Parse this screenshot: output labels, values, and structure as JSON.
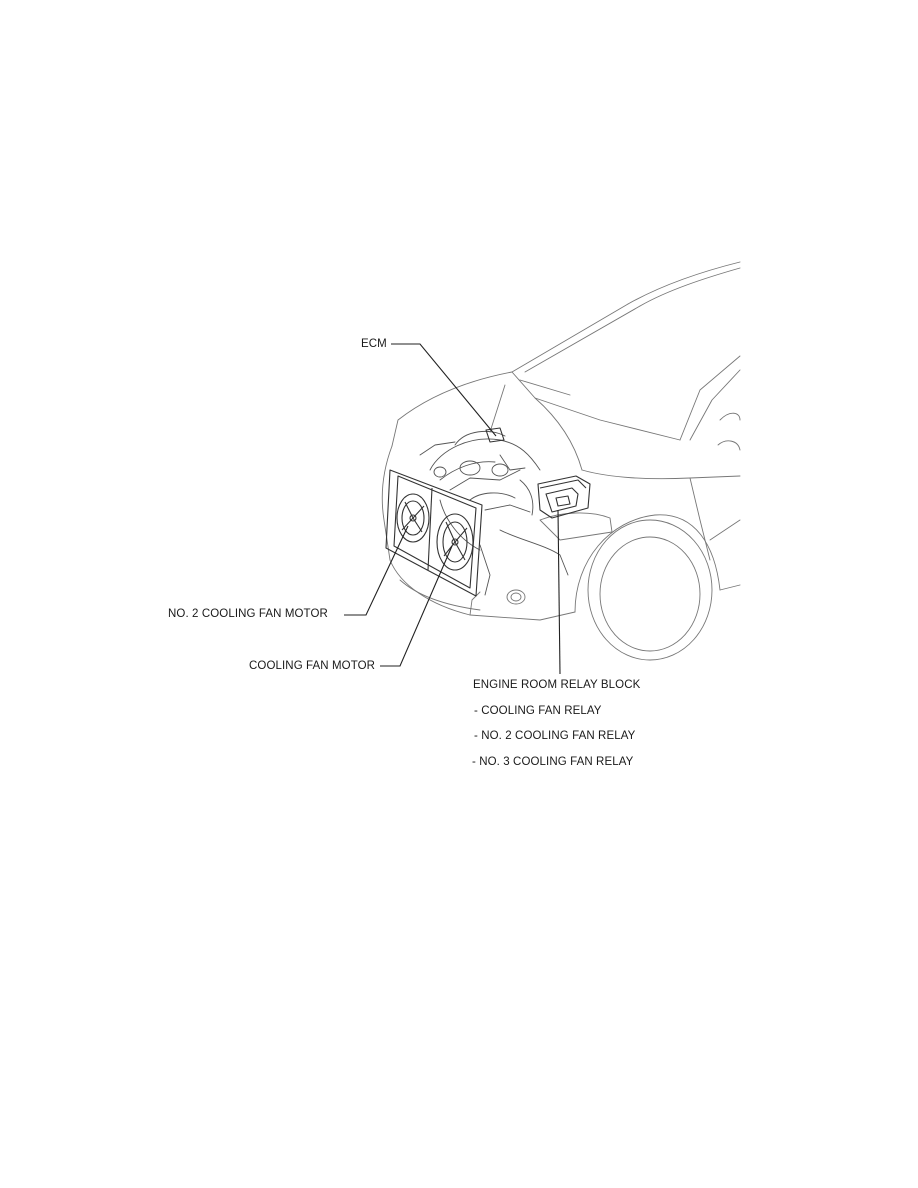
{
  "labels": {
    "ecm": "ECM",
    "no2_cooling_fan_motor": "NO. 2 COOLING FAN MOTOR",
    "cooling_fan_motor": "COOLING FAN MOTOR",
    "engine_room_relay_block": "ENGINE ROOM RELAY BLOCK",
    "relay_items": [
      "- COOLING FAN RELAY",
      "- NO. 2 COOLING FAN RELAY",
      "- NO. 3 COOLING FAN RELAY"
    ]
  },
  "colors": {
    "background": "#ffffff",
    "line_art": "#777777",
    "leader": "#222222",
    "text": "#1a1a1a"
  }
}
